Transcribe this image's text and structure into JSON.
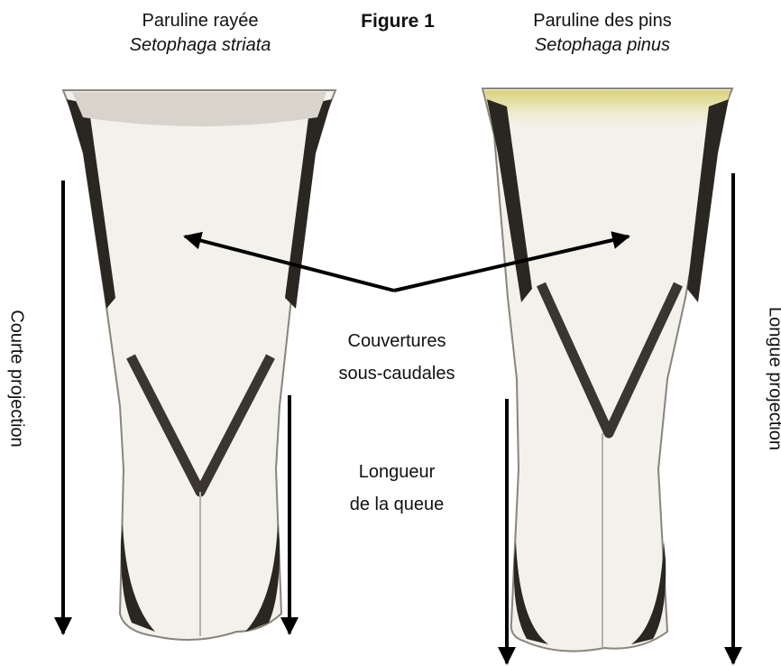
{
  "figure_title": "Figure 1",
  "left_species": {
    "common_name": "Paruline rayée",
    "latin_name": "Setophaga striata"
  },
  "right_species": {
    "common_name": "Paruline des pins",
    "latin_name": "Setophaga pinus"
  },
  "center_labels": {
    "coverts_line1": "Couvertures",
    "coverts_line2": "sous-caudales",
    "tail_line1": "Longueur",
    "tail_line2": "de la queue"
  },
  "side_labels": {
    "left": "Courte projection",
    "right": "Longue projection"
  },
  "colors": {
    "feather_light": "#f3f1ec",
    "feather_dark": "#2a2622",
    "feather_mid": "#8a847a",
    "right_tint": "#e8e29a",
    "arrow": "#000000"
  }
}
